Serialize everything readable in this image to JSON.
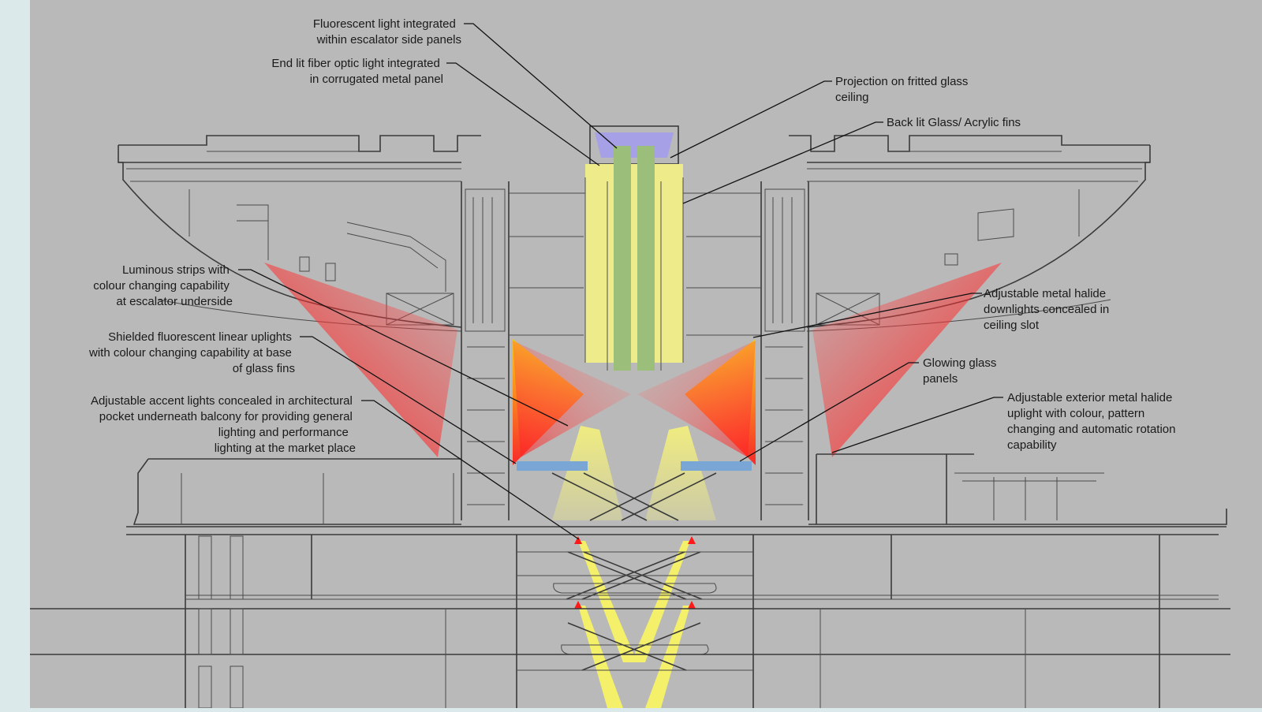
{
  "diagram": {
    "annotations": [
      {
        "id": "fluorescent-escalator",
        "lines": [
          "Fluorescent light integrated",
          "within escalator side panels"
        ]
      },
      {
        "id": "fiber-optic",
        "lines": [
          "End lit fiber optic light integrated",
          "in corrugated metal panel"
        ]
      },
      {
        "id": "projection-ceiling",
        "lines": [
          "Projection on fritted glass",
          "ceiling"
        ]
      },
      {
        "id": "backlit-fins",
        "lines": [
          "Back lit Glass/ Acrylic fins"
        ]
      },
      {
        "id": "luminous-strips",
        "lines": [
          "Luminous strips with",
          "colour changing capability",
          "at escalator underside"
        ]
      },
      {
        "id": "metal-halide-downlights",
        "lines": [
          "Adjustable metal halide",
          "downlights concealed in",
          "ceiling slot"
        ]
      },
      {
        "id": "shielded-uplights",
        "lines": [
          "Shielded fluorescent linear uplights",
          "with colour changing capability at base",
          "of glass fins"
        ]
      },
      {
        "id": "glowing-glass",
        "lines": [
          "Glowing glass",
          "panels"
        ]
      },
      {
        "id": "accent-lights",
        "lines": [
          "Adjustable accent lights concealed in architectural",
          "pocket underneath balcony for providing general",
          "lighting and performance",
          "lighting at the market place"
        ]
      },
      {
        "id": "exterior-uplight",
        "lines": [
          "Adjustable exterior metal halide",
          "uplight with colour, pattern",
          "changing and automatic rotation",
          "capability"
        ]
      }
    ],
    "colors": {
      "background": "#b9b9b9",
      "linework": "#3a3a3a",
      "red_light": "#ff1a1a",
      "yellow_light": "#f4f06a",
      "green_fin": "#9bbf7a",
      "blue_strip": "#7aa6d6",
      "violet_ceiling": "#a6a0e6"
    }
  }
}
